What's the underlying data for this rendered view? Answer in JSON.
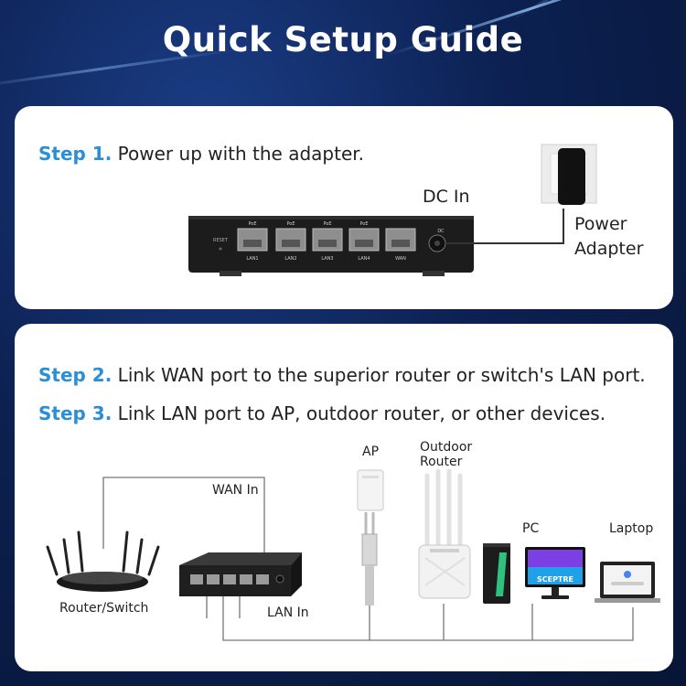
{
  "title": "Quick Setup Guide",
  "step1": {
    "label": "Step 1.",
    "text": " Power up with the adapter."
  },
  "step2": {
    "label": "Step 2.",
    "text": " Link WAN port to the superior router or switch's LAN port."
  },
  "step3": {
    "label": "Step 3.",
    "text": " Link LAN port to AP, outdoor router, or other devices."
  },
  "labels": {
    "dc_in": "DC In",
    "power": "Power",
    "adapter": "Adapter",
    "wan_in": "WAN In",
    "lan_in": "LAN In",
    "router_switch": "Router/Switch",
    "ap": "AP",
    "outdoor": "Outdoor",
    "router": "Router",
    "pc": "PC",
    "laptop": "Laptop"
  },
  "device": {
    "reset": "RESET",
    "poe": "PoE",
    "dc": "DC",
    "ports": [
      "LAN1",
      "LAN2",
      "LAN3",
      "LAN4",
      "WAN"
    ]
  },
  "monitor_brand": "SCEPTRE",
  "colors": {
    "accent": "#2a8fd6",
    "panel": "#ffffff",
    "background": "#0c2152"
  }
}
